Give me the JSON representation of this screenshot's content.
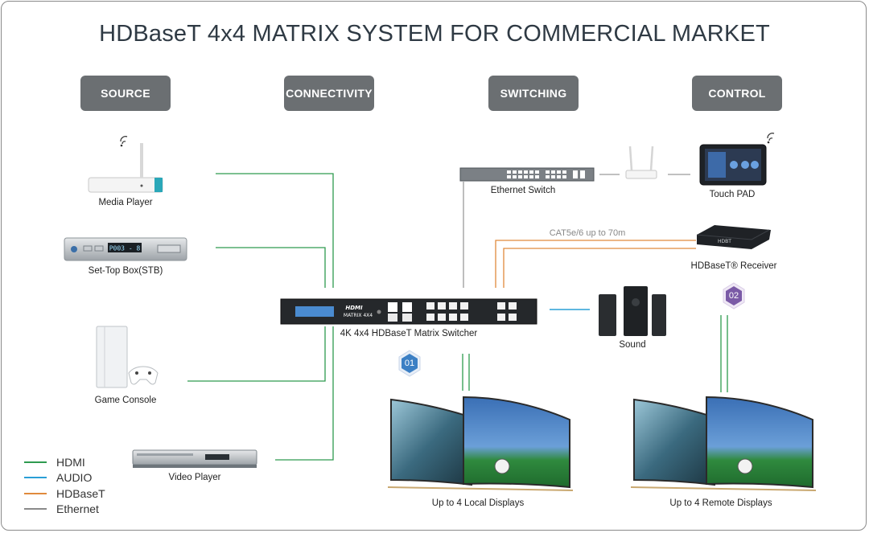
{
  "title": "HDBaseT 4x4 MATRIX SYSTEM FOR COMMERCIAL MARKET",
  "headers": {
    "source": "SOURCE",
    "connectivity": "CONNECTIVITY",
    "switching": "SWITCHING",
    "control": "CONTROL"
  },
  "devices": {
    "media_player": "Media Player",
    "stb": "Set-Top Box(STB)",
    "game_console": "Game Console",
    "video_player": "Video Player",
    "matrix_switcher": "4K 4x4 HDBaseT Matrix Switcher",
    "ethernet_switch": "Ethernet Switch",
    "touch_pad": "Touch PAD",
    "hdbaset_receiver": "HDBaseT® Receiver",
    "sound": "Sound",
    "local_displays": "Up to 4 Local Displays",
    "remote_displays": "Up to 4 Remote Displays"
  },
  "annotations": {
    "cat_label": "CAT5e/6 up to 70m",
    "stb_display": "P003 - 8",
    "matrix_logo": "HDMI",
    "matrix_sub": "MATRIX 4X4",
    "receiver_logo": "HDBT"
  },
  "badges": {
    "local": "01",
    "remote": "02"
  },
  "legend": [
    {
      "label": "HDMI",
      "color": "#2e9a4f"
    },
    {
      "label": "AUDIO",
      "color": "#2a9fd6"
    },
    {
      "label": "HDBaseT",
      "color": "#e08a3c"
    },
    {
      "label": "Ethernet",
      "color": "#8a8a8a"
    }
  ],
  "colors": {
    "hdmi": "#2e9a4f",
    "audio": "#2a9fd6",
    "hdbaset": "#e08a3c",
    "ethernet": "#8a8a8a",
    "header_bg": "#6b6f72",
    "badge_blue": "#3b7fc4",
    "badge_purple": "#7a5aa6"
  }
}
